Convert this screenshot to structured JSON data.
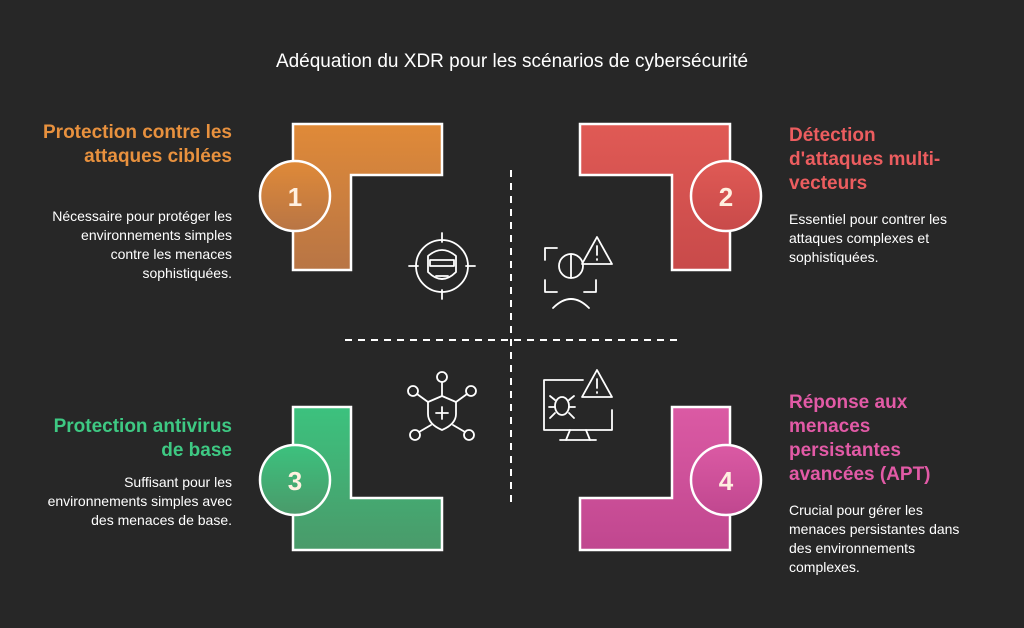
{
  "title": "Adéquation du XDR pour les scénarios de cybersécurité",
  "quadrants": [
    {
      "number": "1",
      "heading": "Protection contre les attaques ciblées",
      "description": "Nécessaire pour protéger les environnements simples contre les menaces sophistiquées.",
      "color": "#e0883a",
      "icon": "targeted-hacker-icon"
    },
    {
      "number": "2",
      "heading": "Détection d'attaques multi-vecteurs",
      "description": "Essentiel pour contrer les attaques complexes et sophistiquées.",
      "color": "#e25555",
      "icon": "face-scan-alert-icon"
    },
    {
      "number": "3",
      "heading": "Protection antivirus de base",
      "description": "Suffisant pour les environnements simples avec des menaces de base.",
      "color": "#3fb47a",
      "icon": "shield-network-icon"
    },
    {
      "number": "4",
      "heading": "Réponse aux menaces persistantes avancées (APT)",
      "description": "Crucial pour gérer les menaces persistantes dans des environnements complexes.",
      "color": "#d9549e",
      "icon": "monitor-bug-alert-icon"
    }
  ]
}
